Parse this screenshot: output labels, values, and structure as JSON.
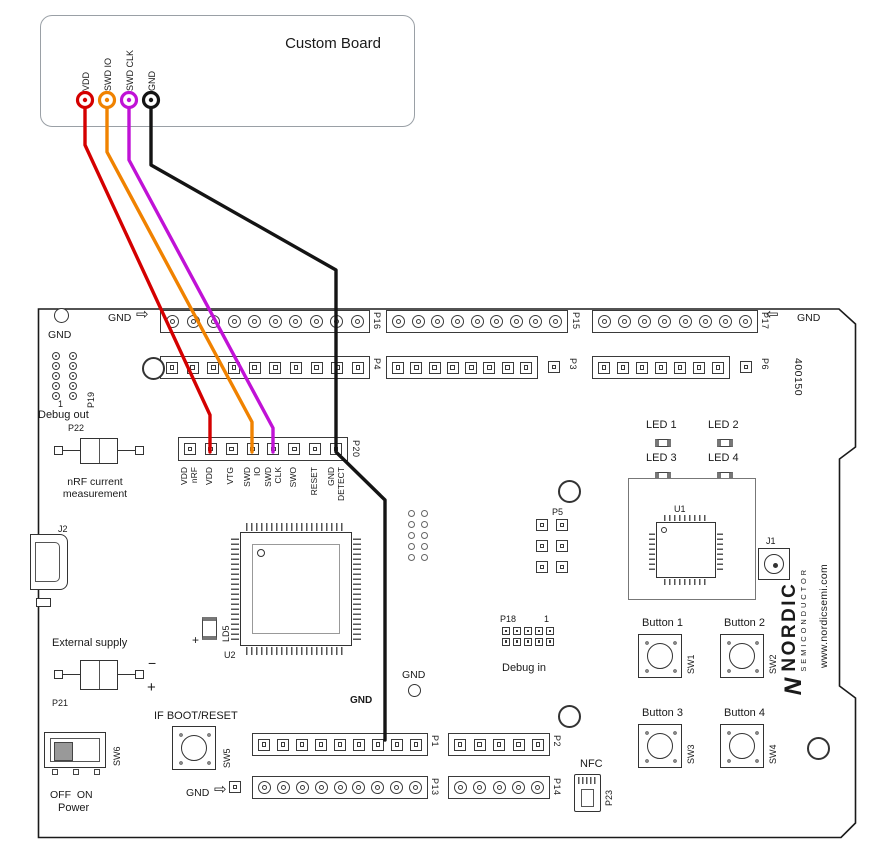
{
  "icons": {
    "arrow_right": "⇨",
    "arrow_left": "⇦"
  },
  "custom_board": {
    "title": "Custom Board",
    "pins": [
      {
        "label": "VDD",
        "color": "#d40000"
      },
      {
        "label": "SWD IO",
        "color": "#f08200"
      },
      {
        "label": "SWD CLK",
        "color": "#c012d6"
      },
      {
        "label": "GND",
        "color": "#141414"
      }
    ]
  },
  "gnd": {
    "top_left_arrow": "GND",
    "top_right_arrow": "GND",
    "bottom_arrow": "GND",
    "pad": "GND",
    "mid": "GND",
    "wire": "GND"
  },
  "headers": {
    "p16": "P16",
    "p4": "P4",
    "p15": "P15",
    "p3": "P3",
    "p17": "P17",
    "p6": "P6",
    "p1": "P1",
    "p13": "P13",
    "p2": "P2",
    "p14": "P14",
    "p20": "P20"
  },
  "p20_pins": [
    "VDD\nnRF",
    "VDD",
    "VTG",
    "SWD\nIO",
    "SWD\nCLK",
    "SWO",
    "RESET",
    "GND\nDETECT"
  ],
  "debug_out": {
    "ref": "P19",
    "pin1": "1",
    "label": "Debug out"
  },
  "current_measurement": {
    "ref": "P22",
    "label": "nRF current\nmeasurement"
  },
  "usb": {
    "ref": "J2"
  },
  "external_supply": {
    "label": "External supply",
    "ref": "P21",
    "minus": "−",
    "plus": "+"
  },
  "power": {
    "ref": "SW6",
    "states": "OFF  ON",
    "label": "Power"
  },
  "boot_reset": {
    "label": "IF BOOT/RESET",
    "ref": "SW5"
  },
  "mcu": {
    "ref": "U2",
    "led": "LD5",
    "led_polarity": "+"
  },
  "p5": {
    "ref": "P5"
  },
  "debug_in": {
    "ref": "P18",
    "pin1": "1",
    "label": "Debug in"
  },
  "leds": [
    "LED 1",
    "LED 2",
    "LED 3",
    "LED 4"
  ],
  "radio": {
    "ref": "U1",
    "antenna": "J1"
  },
  "buttons": [
    {
      "label": "Button 1",
      "ref": "SW1"
    },
    {
      "label": "Button 2",
      "ref": "SW2"
    },
    {
      "label": "Button 3",
      "ref": "SW3"
    },
    {
      "label": "Button 4",
      "ref": "SW4"
    }
  ],
  "nfc": {
    "label": "NFC",
    "ref": "P23"
  },
  "branding": {
    "logo": "N",
    "name": "NORDIC",
    "subtitle": "SEMICONDUCTOR",
    "url": "www.nordicsemi.com",
    "part_number": "400150"
  }
}
